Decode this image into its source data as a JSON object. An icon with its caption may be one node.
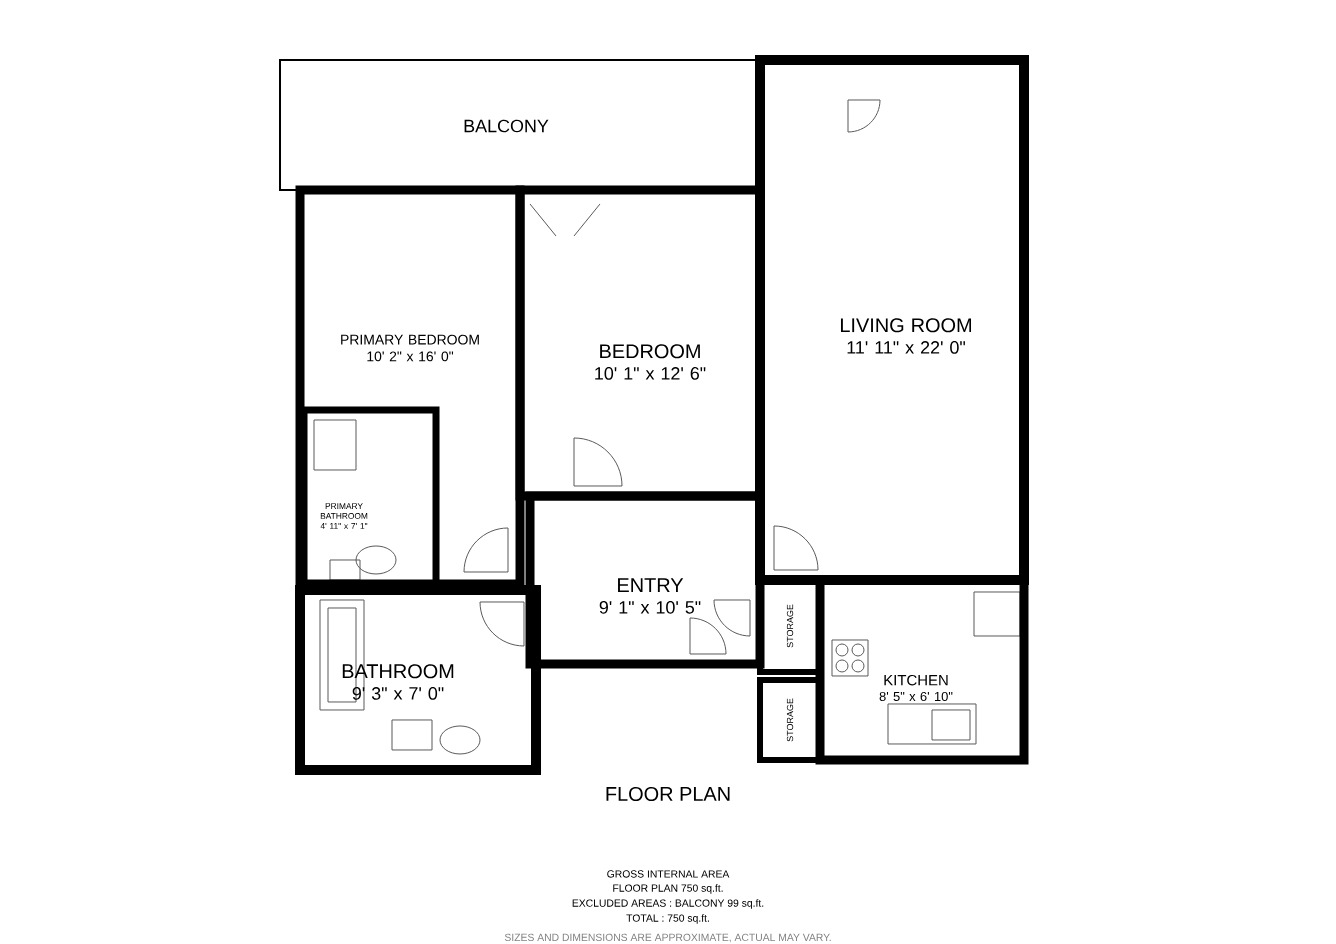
{
  "diagram": {
    "title": "FLOOR PLAN",
    "nodes": [
      {
        "text": [
          "BALCONY"
        ]
      },
      {
        "text": [
          "PRIMARY BEDROOM",
          "10' 2\" x 16' 0\""
        ]
      },
      {
        "text": [
          "PRIMARY BATHROOM",
          "4' 11\" x 7' 1\""
        ],
        "in": 1
      },
      {
        "text": [
          "BEDROOM",
          "10' 1\" x 12' 6\""
        ]
      },
      {
        "text": [
          "LIVING ROOM",
          "11' 11\" x 22' 0\""
        ]
      },
      {
        "text": [
          "ENTRY",
          "9' 1\" x 10' 5\""
        ]
      },
      {
        "text": [
          "STORAGE"
        ]
      },
      {
        "text": [
          "KITCHEN",
          "8' 5\" x 6' 10\""
        ]
      },
      {
        "text": [
          "BATHROOM",
          "9' 3\" x 7' 0\""
        ]
      },
      {
        "text": [
          "STORAGE"
        ]
      }
    ],
    "labels": [
      "GROSS INTERNAL AREA",
      "FLOOR PLAN 750 sq.ft.",
      "EXCLUDED AREAS :  BALCONY 99 sq.ft.",
      "TOTAL :  750 sq.ft.",
      "SIZES AND DIMENSIONS ARE APPROXIMATE, ACTUAL MAY VARY."
    ]
  }
}
